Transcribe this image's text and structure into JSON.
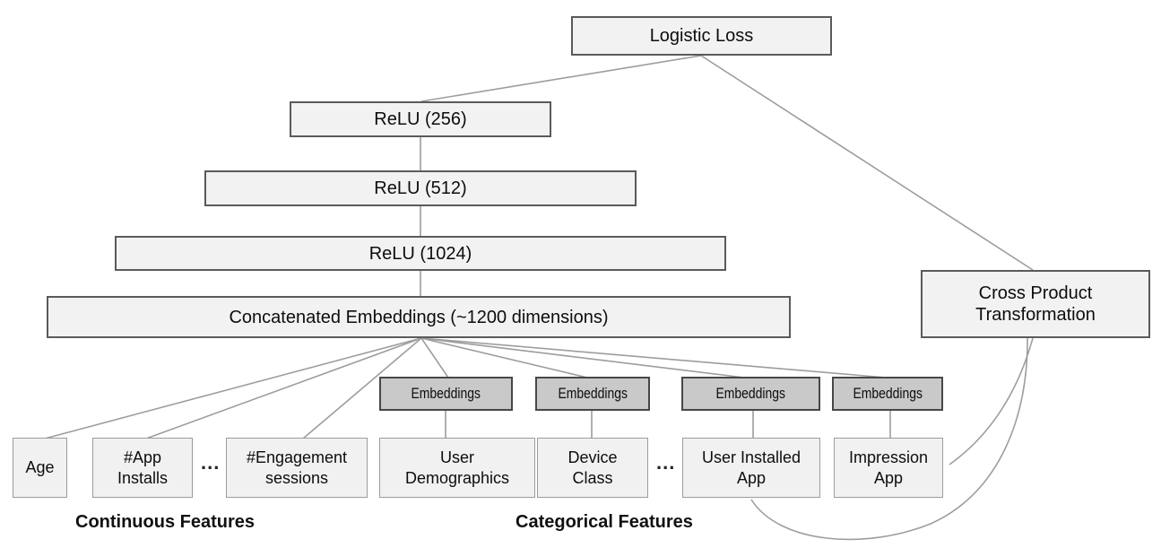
{
  "nodes": {
    "logistic_loss": "Logistic Loss",
    "relu_256": "ReLU (256)",
    "relu_512": "ReLU (512)",
    "relu_1024": "ReLU (1024)",
    "concat_embeddings": "Concatenated Embeddings (~1200 dimensions)",
    "cross_product": {
      "lines": [
        "Cross Product",
        "Transformation"
      ]
    },
    "embedding_boxes": [
      "Embeddings",
      "Embeddings",
      "Embeddings",
      "Embeddings"
    ],
    "feature_boxes": [
      {
        "label": "Age",
        "lines": [
          "Age"
        ]
      },
      {
        "label": "#App Installs",
        "lines": [
          "#App",
          "Installs"
        ]
      },
      {
        "label": "#Engagement sessions",
        "lines": [
          "#Engagement",
          "sessions"
        ]
      },
      {
        "label": "User Demographics",
        "lines": [
          "User",
          "Demographics"
        ]
      },
      {
        "label": "Device Class",
        "lines": [
          "Device",
          "Class"
        ]
      },
      {
        "label": "User Installed App",
        "lines": [
          "User Installed",
          "App"
        ]
      },
      {
        "label": "Impression App",
        "lines": [
          "Impression",
          "App"
        ]
      }
    ]
  },
  "ellipsis": {
    "continuous": "...",
    "categorical": "..."
  },
  "captions": {
    "continuous": "Continuous Features",
    "categorical": "Categorical Features"
  },
  "colors": {
    "background": "#ffffff",
    "node_fill": "#f2f2f2",
    "node_border": "#5a5a5a",
    "feature_fill": "#f1f1f1",
    "feature_border": "#9c9c9c",
    "embedding_fill": "#c9c9c9",
    "embedding_border": "#474747",
    "connector": "#9d9d9d",
    "text": "#0d0d0d"
  }
}
